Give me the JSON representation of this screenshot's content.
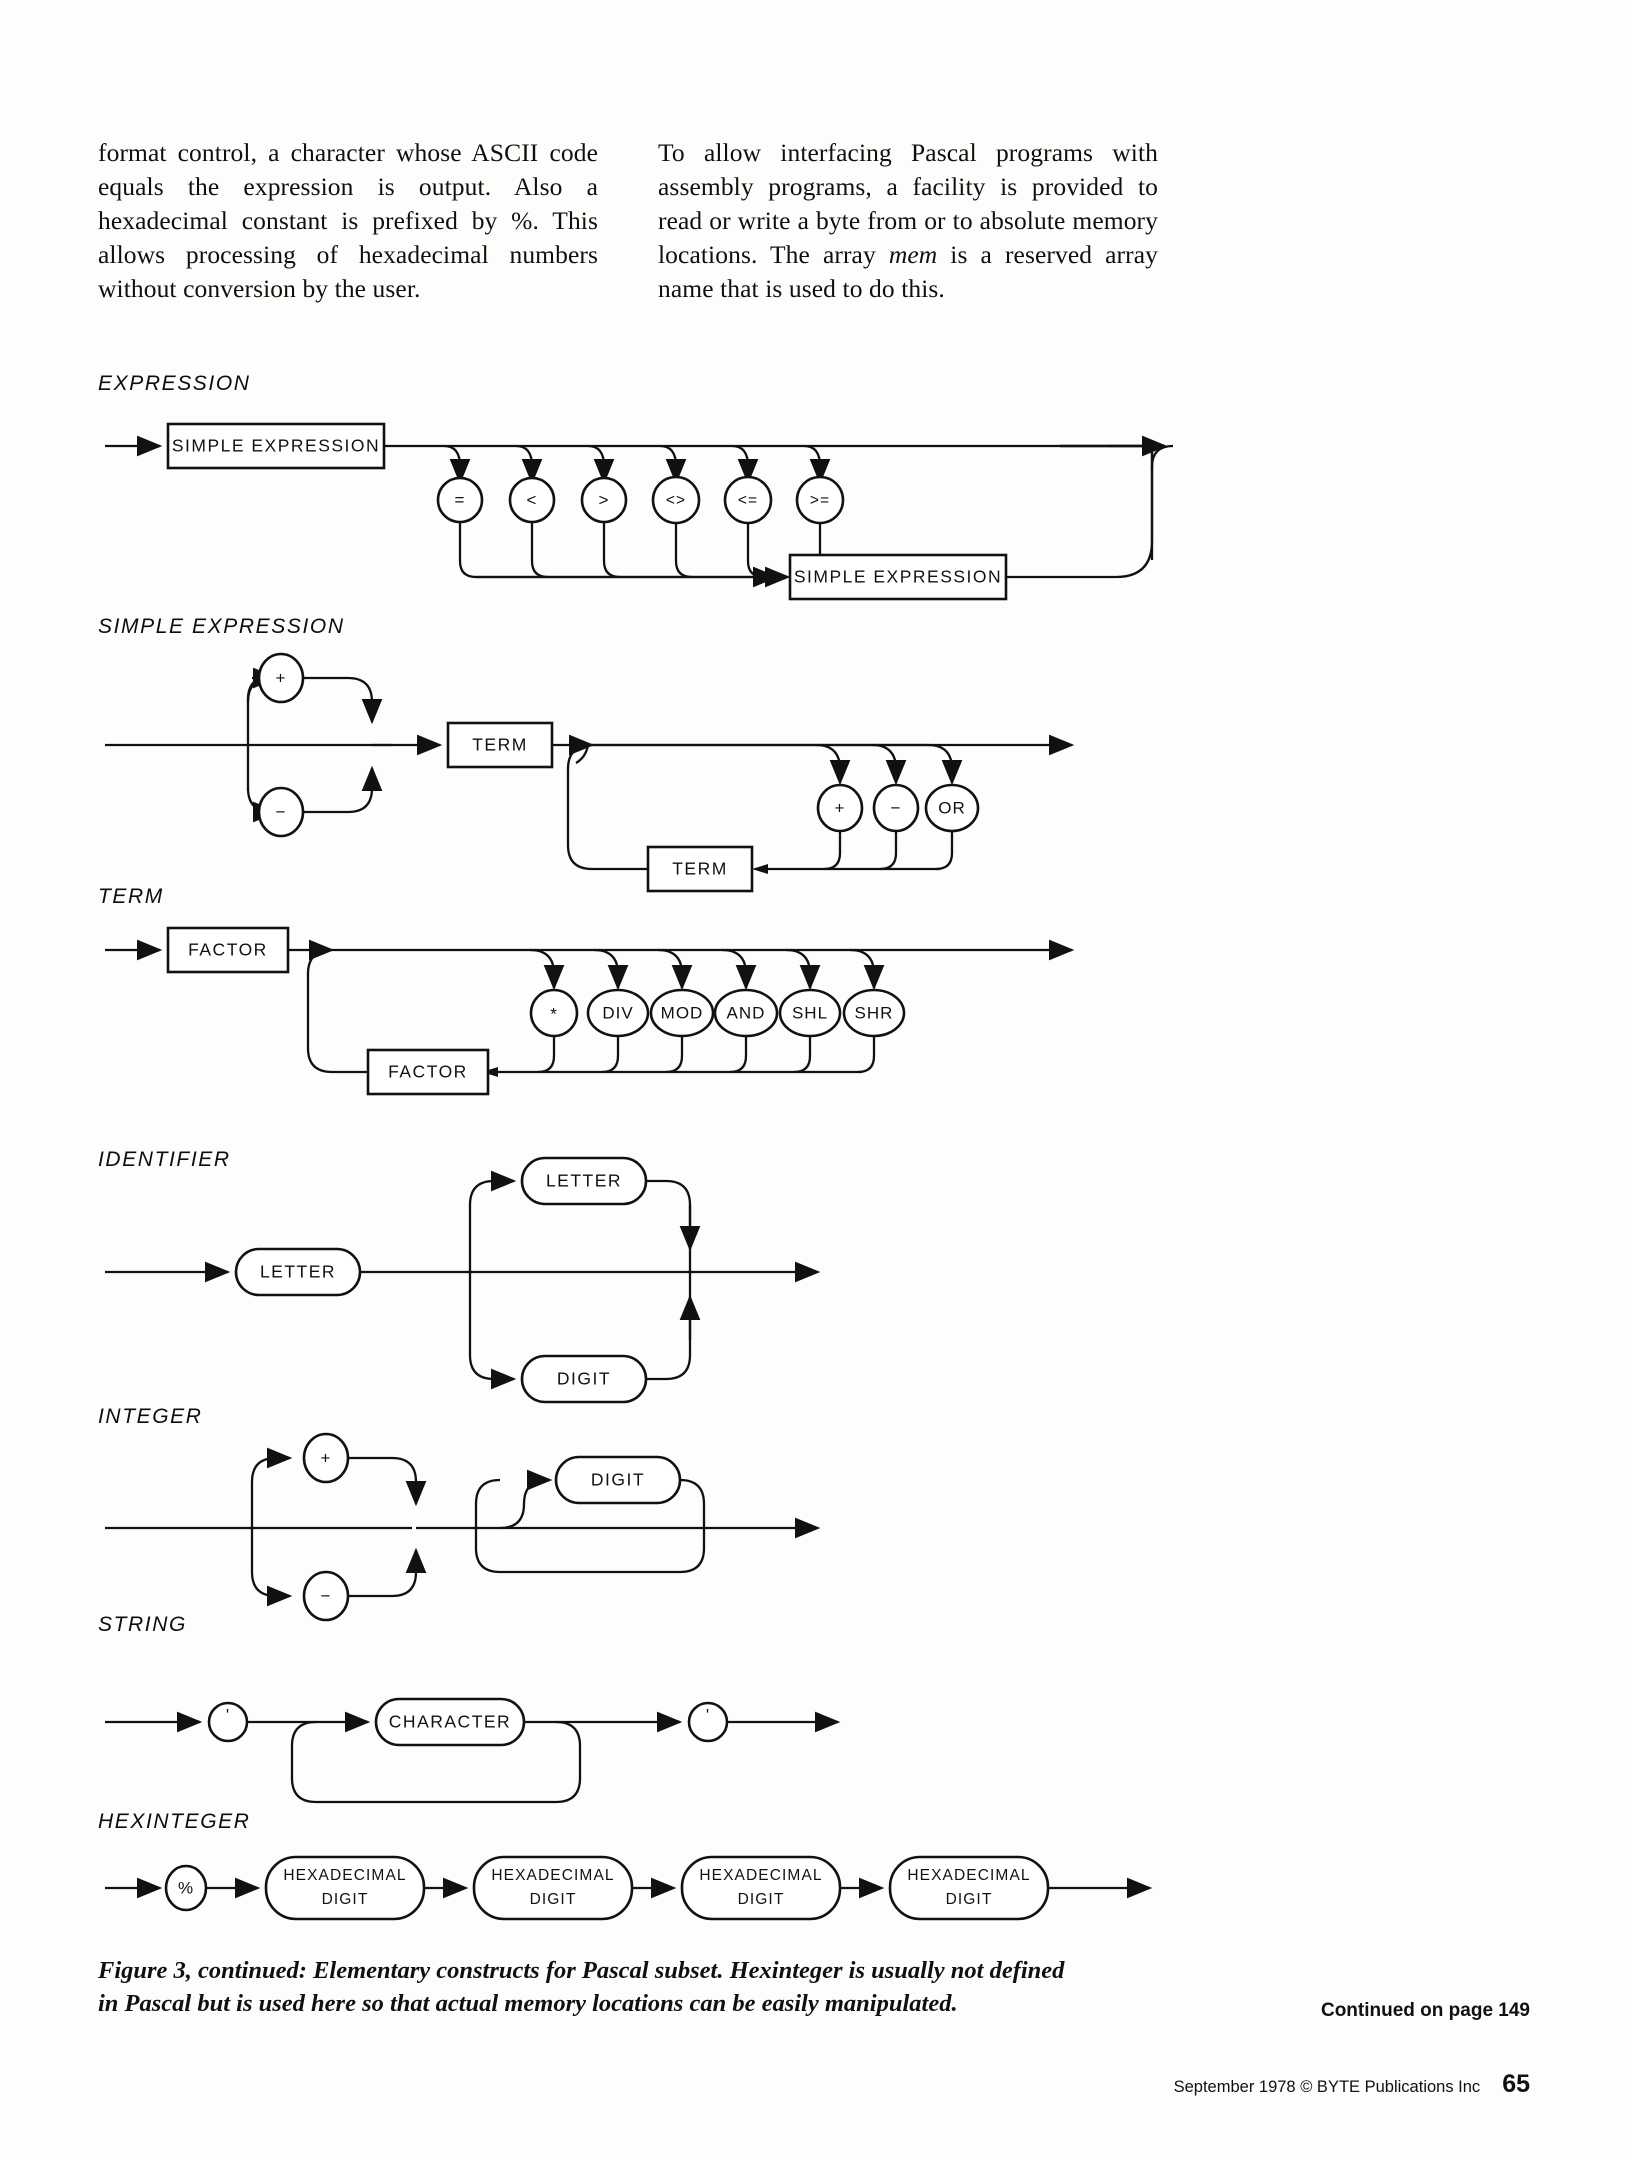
{
  "article": {
    "left_column": "format control, a character whose ASCII code equals the expression is output. Also a hexadecimal constant is prefixed by %. This allows processing of hexadecimal numbers without conversion by the user.",
    "right_column_part1": "To allow interfacing Pascal programs with assembly programs, a facility is provided to read or write a byte from or to absolute memory locations. The array ",
    "right_column_italic": "mem",
    "right_column_part2": " is a reserved array name that is used to do this."
  },
  "diagrams": {
    "expression": {
      "label": "EXPRESSION",
      "box_start": "SIMPLE EXPRESSION",
      "box_end": "SIMPLE EXPRESSION",
      "operators": [
        "=",
        "<",
        ">",
        "<>",
        "<=",
        ">="
      ]
    },
    "simple_expression": {
      "label": "SIMPLE EXPRESSION",
      "sign_operators": [
        "+",
        "−"
      ],
      "box_first": "TERM",
      "box_repeat": "TERM",
      "operators": [
        "+",
        "−",
        "OR"
      ]
    },
    "term": {
      "label": "TERM",
      "box_first": "FACTOR",
      "box_repeat": "FACTOR",
      "operators": [
        "*",
        "DIV",
        "MOD",
        "AND",
        "SHL",
        "SHR"
      ]
    },
    "identifier": {
      "label": "IDENTIFIER",
      "first": "LETTER",
      "loop_top": "LETTER",
      "loop_bottom": "DIGIT"
    },
    "integer": {
      "label": "INTEGER",
      "sign_operators": [
        "+",
        "−"
      ],
      "digit": "DIGIT"
    },
    "string": {
      "label": "STRING",
      "quote_open": "'",
      "character": "CHARACTER",
      "quote_close": "'"
    },
    "hexinteger": {
      "label": "HEXINTEGER",
      "percent": "%",
      "digits": [
        {
          "line1": "HEXADECIMAL",
          "line2": "DIGIT"
        },
        {
          "line1": "HEXADECIMAL",
          "line2": "DIGIT"
        },
        {
          "line1": "HEXADECIMAL",
          "line2": "DIGIT"
        },
        {
          "line1": "HEXADECIMAL",
          "line2": "DIGIT"
        }
      ]
    }
  },
  "caption": {
    "line1": "Figure 3, continued: Elementary constructs for Pascal subset. Hexinteger is usually not defined",
    "line2": "in Pascal but is used here so that actual memory locations can be easily manipulated."
  },
  "continued": "Continued on page 149",
  "footer": {
    "imprint": "September 1978 © BYTE Publications Inc",
    "page_number": "65"
  },
  "colors": {
    "ink": "#111111",
    "paper": "#fdfdfb"
  }
}
